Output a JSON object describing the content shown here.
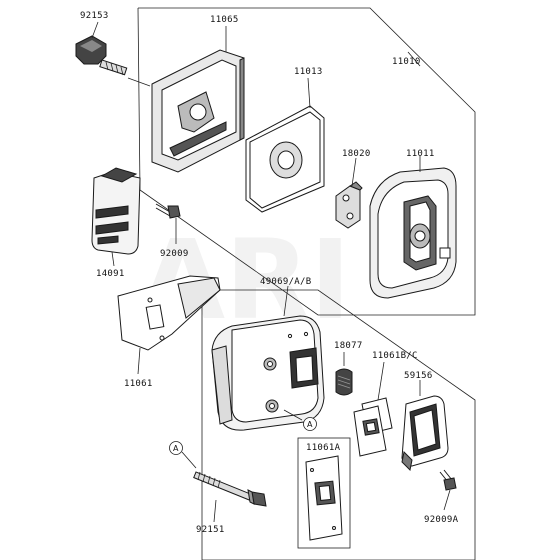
{
  "watermark": "ARI",
  "labels": {
    "p92153": "92153",
    "p11065": "11065",
    "p11013": "11013",
    "p11010": "11010",
    "p18020": "18020",
    "p11011": "11011",
    "p92009": "92009",
    "p14091": "14091",
    "p49069": "49069/A/B",
    "p11061": "11061",
    "p18077": "18077",
    "p11061bc": "11061B/C",
    "p59156": "59156",
    "p11061a": "11061A",
    "p92151": "92151",
    "p92009a": "92009A"
  },
  "callouts": {
    "a1": "A",
    "a2": "A"
  }
}
